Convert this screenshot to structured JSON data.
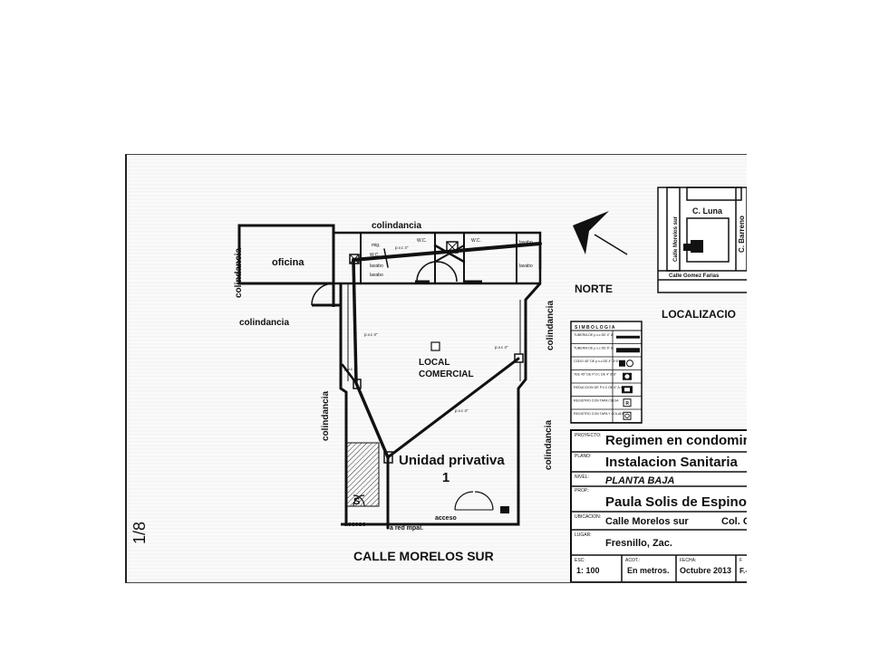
{
  "floor_plan": {
    "neighbors": {
      "top": "colindancia",
      "left_top": "colindancia",
      "left_mid": "colindancia",
      "left_bottom": "colindancia",
      "right_top": "colindancia",
      "right_bottom": "colindancia"
    },
    "rooms": {
      "office": "oficina",
      "local_line1": "LOCAL",
      "local_line2": "COMERCIAL",
      "unit_line1": "Unidad privativa",
      "unit_line2": "1"
    },
    "fixtures": {
      "wc_1": "W.C.",
      "wc_2": "W.C.",
      "wc_3": "W.C.",
      "mig": "mig.",
      "lavabo_1": "lavabo",
      "lavabo_2": "lavabo",
      "lavabo_3": "lavabo",
      "lavabo_4": "lavabo",
      "stair_mark": "S"
    },
    "pipe_notes": {
      "n1": "p.v.c 4\"",
      "n2": "p.v.c 4\"",
      "n3": "p.v.c 4\"",
      "n4": "p.v.c 4\"",
      "n5": "p.v.c 4\""
    },
    "access": {
      "left": "acceso",
      "right": "acceso",
      "sewer": "a red mpal."
    },
    "street": "CALLE MORELOS SUR",
    "margin_note": "1/8"
  },
  "north": {
    "label": "NORTE"
  },
  "location_map": {
    "streets": {
      "luna": "C. Luna",
      "barreno": "C. Barreno",
      "morelos": "Calle Morelos sur",
      "gomez": "Calle Gomez Farias"
    },
    "label": "LOCALIZACIO"
  },
  "legend": {
    "title": "S I M B O L O G I A",
    "rows": [
      {
        "text": "TUBERIA DE p.v.c DE 4\" Ø",
        "symbol": "thin-bar"
      },
      {
        "text": "TUBERIA DE p.v.c DE 6\" Ø",
        "symbol": "thick-bar"
      },
      {
        "text": "CODO 45° DE p.v.c DE 4\" Ø 6\"",
        "symbol": "elbow"
      },
      {
        "text": "TEE 45° DE P.V.C DE 4\" Ø 6\"",
        "symbol": "tee"
      },
      {
        "text": "REDUCCION DE P.V.C DE 6\" A 4\"",
        "symbol": "reduction"
      },
      {
        "text": "REGISTRO CON TAPA CIEGA",
        "symbol": "box-r"
      },
      {
        "text": "REGISTRO CON TAPA Y COLADERA",
        "symbol": "box-circle"
      }
    ],
    "registro_mark": "R"
  },
  "title_block": {
    "proyecto": {
      "label": "PROYECTO:",
      "value": "Regimen en condomin"
    },
    "plano": {
      "label": "PLANO:",
      "value": "Instalacion Sanitaria"
    },
    "nivel": {
      "label": "NIVEL:",
      "value": "PLANTA BAJA"
    },
    "prop": {
      "label": "PROP.:",
      "value": "Paula Solis de Espino"
    },
    "ubicacion": {
      "label": "UBICACION:",
      "value": "Calle Morelos sur",
      "extra": "Col. C"
    },
    "lugar": {
      "label": "LUGAR:",
      "value": "Fresnillo, Zac."
    },
    "esc": {
      "label": "ESC:",
      "value": "1: 100"
    },
    "acot": {
      "label": "ACOT.:",
      "value": "En metros."
    },
    "fecha": {
      "label": "FECHA:",
      "value": "Octubre 2013"
    },
    "extra_col": {
      "label": "F",
      "value": "F.-"
    }
  }
}
